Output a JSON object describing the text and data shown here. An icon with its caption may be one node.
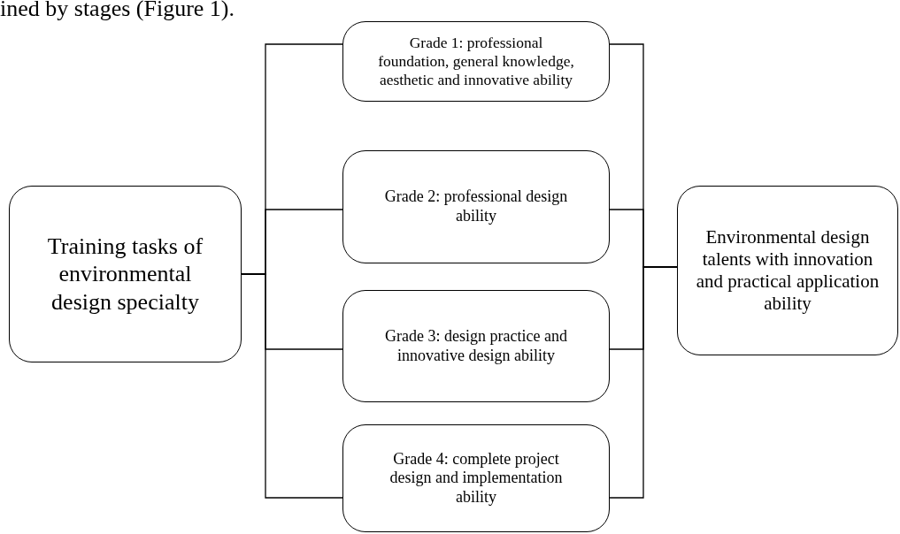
{
  "diagram": {
    "nodes": [
      {
        "text": [
          "Training tasks of environmental design specialty"
        ]
      },
      {
        "text": [
          "Grade 1: professional foundation, general knowledge, aesthetic and innovative ability"
        ]
      },
      {
        "text": [
          "Grade 2: professional design ability"
        ]
      },
      {
        "text": [
          "Grade 3: design practice and innovative design ability"
        ]
      },
      {
        "text": [
          "Grade 4: complete project design and implementation ability"
        ]
      },
      {
        "text": [
          "Environmental design talents with innovation and practical application ability"
        ]
      }
    ],
    "edges": [
      {
        "from": 0,
        "to": 1,
        "arrow": "none"
      },
      {
        "from": 0,
        "to": 2,
        "arrow": "none"
      },
      {
        "from": 0,
        "to": 3,
        "arrow": "none"
      },
      {
        "from": 0,
        "to": 4,
        "arrow": "none"
      },
      {
        "from": 1,
        "to": 5,
        "arrow": "none"
      },
      {
        "from": 2,
        "to": 5,
        "arrow": "none"
      },
      {
        "from": 3,
        "to": 5,
        "arrow": "none"
      },
      {
        "from": 4,
        "to": 5,
        "arrow": "none"
      }
    ],
    "labels": [
      "ined by stages (Figure 1)."
    ]
  }
}
